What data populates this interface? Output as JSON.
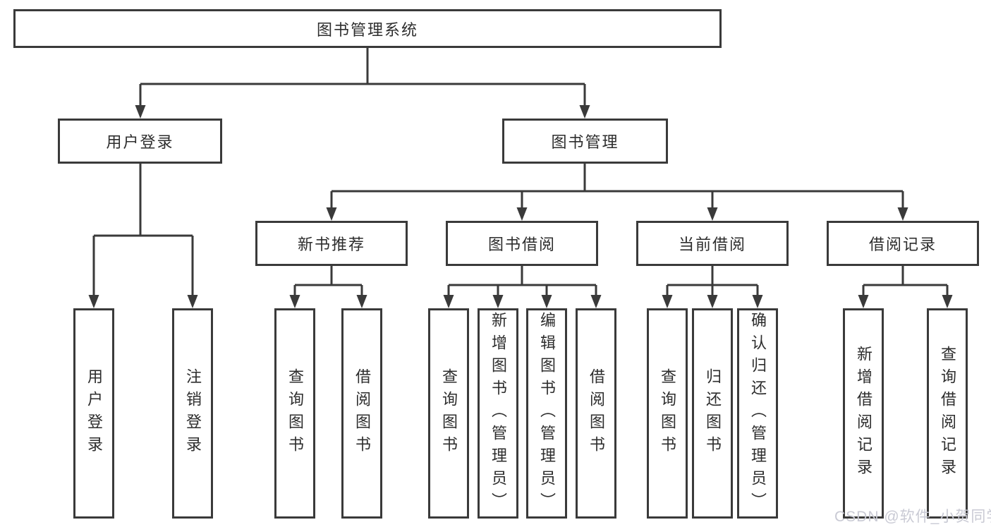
{
  "diagram": {
    "title": "图书管理系统",
    "colors": {
      "line": "#3A3A3A",
      "text": "#2D2D2D",
      "background": "#FFFFFF",
      "watermark_text": "#C9CAD4"
    },
    "nodes": {
      "root": {
        "label": "图书管理系统"
      },
      "level2": [
        {
          "label": "用户登录"
        },
        {
          "label": "图书管理"
        }
      ],
      "level3": [
        {
          "label": "新书推荐"
        },
        {
          "label": "图书借阅"
        },
        {
          "label": "当前借阅"
        },
        {
          "label": "借阅记录"
        }
      ],
      "level4": {
        "user_login": [
          "用户登录",
          "注销登录"
        ],
        "new_book": [
          "查询图书",
          "借阅图书"
        ],
        "book_borrow": [
          "查询图书",
          "新增图书（管理员）",
          "编辑图书（管理员）",
          "借阅图书"
        ],
        "current_borrow": [
          "查询图书",
          "归还图书",
          "确认归还（管理员）"
        ],
        "borrow_record": [
          "新增借阅记录",
          "查询借阅记录"
        ]
      }
    },
    "watermark": {
      "text": "CSDN @软件_小贺同学"
    }
  }
}
